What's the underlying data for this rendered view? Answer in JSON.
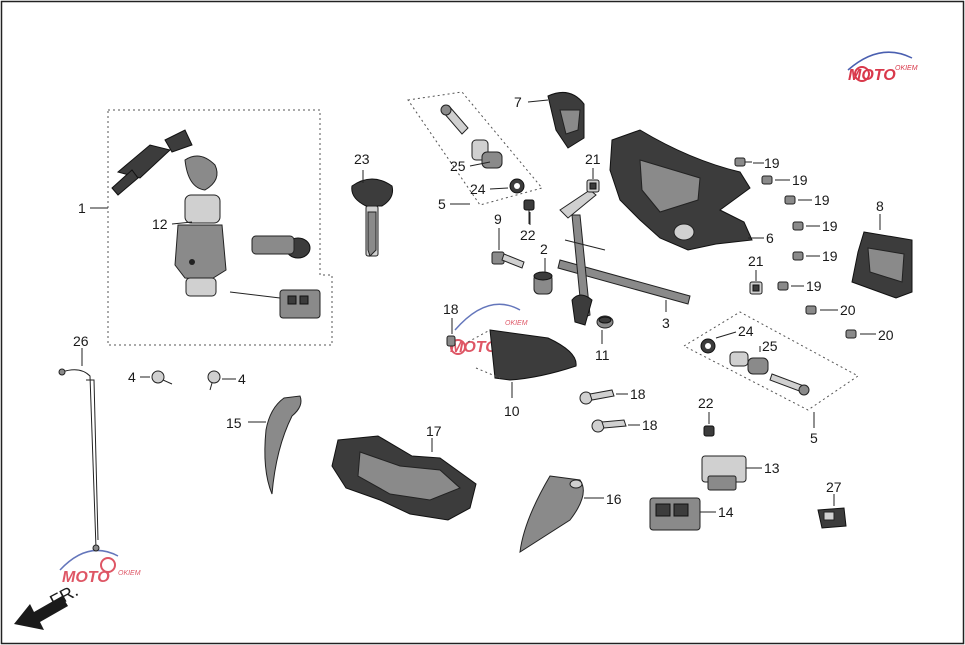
{
  "labels": {
    "l1": "1",
    "l2": "2",
    "l3": "3",
    "l4a": "4",
    "l4b": "4",
    "l5a": "5",
    "l5b": "5",
    "l6": "6",
    "l7": "7",
    "l8": "8",
    "l9": "9",
    "l10": "10",
    "l11": "11",
    "l12": "12",
    "l13": "13",
    "l14": "14",
    "l15": "15",
    "l16": "16",
    "l17": "17",
    "l18a": "18",
    "l18b": "18",
    "l18c": "18",
    "l19a": "19",
    "l19b": "19",
    "l19c": "19",
    "l19d": "19",
    "l19e": "19",
    "l19f": "19",
    "l20a": "20",
    "l20b": "20",
    "l21a": "21",
    "l21b": "21",
    "l22a": "22",
    "l22b": "22",
    "l23": "23",
    "l24a": "24",
    "l24b": "24",
    "l25a": "25",
    "l25b": "25",
    "l26": "26",
    "l27": "27"
  },
  "direction": "FR.",
  "watermark": {
    "brand": "MOTO",
    "sub": "OKIEM"
  },
  "colors": {
    "part": "#8a8a8a",
    "dark": "#3c3c3c",
    "watermark_red": "#d9394b",
    "watermark_blue": "#4a5fb0"
  }
}
